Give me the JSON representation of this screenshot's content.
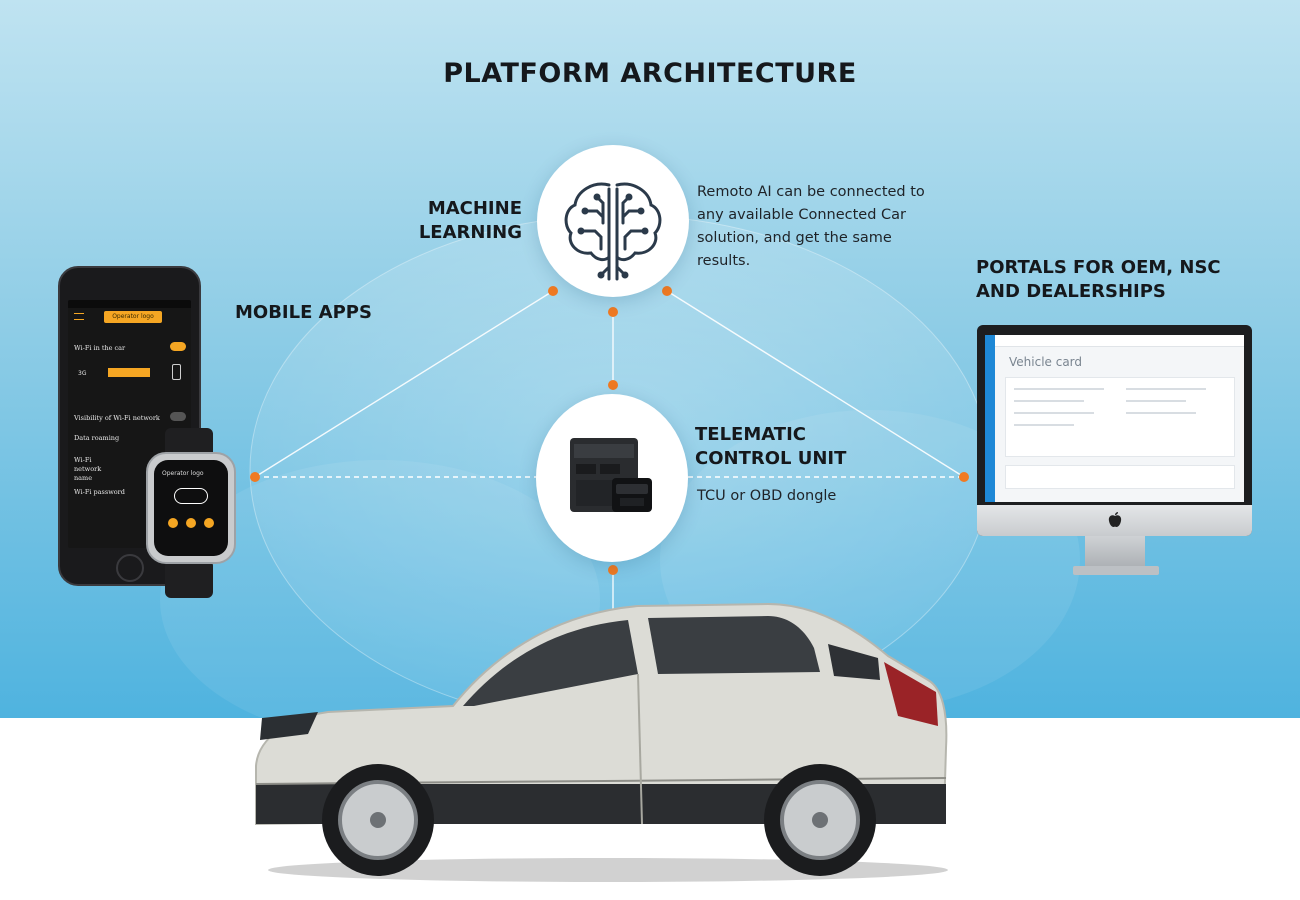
{
  "title": "PLATFORM ARCHITECTURE",
  "nodes": {
    "machine_learning": {
      "label_line1": "MACHINE",
      "label_line2": "LEARNING",
      "description_lines": [
        "Remoto AI can be connected to",
        "any available Connected Car",
        "solution, and get the same",
        "results."
      ]
    },
    "mobile_apps": {
      "label": "MOBILE APPS"
    },
    "portals": {
      "label_line1": "PORTALS FOR OEM, NSC",
      "label_line2": "AND DEALERSHIPS"
    },
    "tcu": {
      "label_line1": "TELEMATIC",
      "label_line2": "CONTROL UNIT",
      "subtitle": "TCU or OBD dongle"
    }
  },
  "phone_app": {
    "header_button": "Operator logo",
    "rows": [
      "Wi-Fi in the car",
      "Visibility of Wi-Fi network",
      "Data roaming",
      "Wi-Fi network name",
      "Wi-Fi password"
    ],
    "network": "3G"
  },
  "watch_app": {
    "header": "Operator logo"
  },
  "portal_screen": {
    "heading": "Vehicle card"
  },
  "colors": {
    "accent": "#f07a22",
    "toggle": "#f5a623",
    "sky_top": "#bfe3f1",
    "sky_bottom": "#4fb3df",
    "title_text": "#15181c"
  },
  "icons": [
    "brain-circuit-icon",
    "tcu-device-icon",
    "obd-dongle-icon",
    "apple-logo-icon",
    "car-icon"
  ]
}
